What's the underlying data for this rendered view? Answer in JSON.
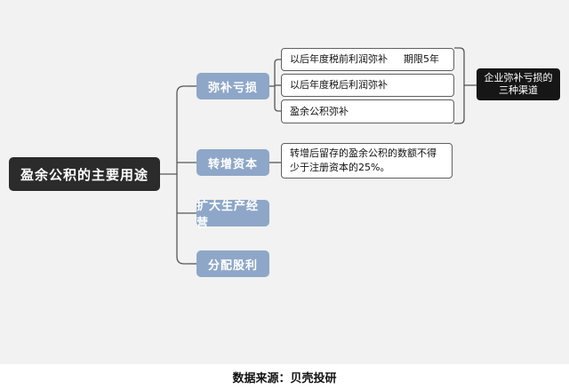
{
  "diagram": {
    "root": "盈余公积的主要用途",
    "categories": [
      {
        "label": "弥补亏损"
      },
      {
        "label": "转增资本"
      },
      {
        "label": "扩大生产经营"
      },
      {
        "label": "分配股利"
      }
    ],
    "loss_items": [
      {
        "text": "以后年度税前利润弥补",
        "suffix": "期限5年"
      },
      {
        "text": "以后年度税后利润弥补"
      },
      {
        "text": "盈余公积弥补"
      }
    ],
    "capital_note": {
      "line1": "转增后留存的盈余公积的数额不得",
      "line2": "少于注册资本的25%。"
    },
    "summary_note": {
      "line1": "企业弥补亏损的",
      "line2": "三种渠道"
    }
  },
  "footer": {
    "source": "数据来源：贝壳投研"
  },
  "colors": {
    "root_bg": "#2b2b2b",
    "category_bg": "#8ea7c8",
    "note_bg": "#161616",
    "canvas_bg": "#f2f2f2"
  }
}
